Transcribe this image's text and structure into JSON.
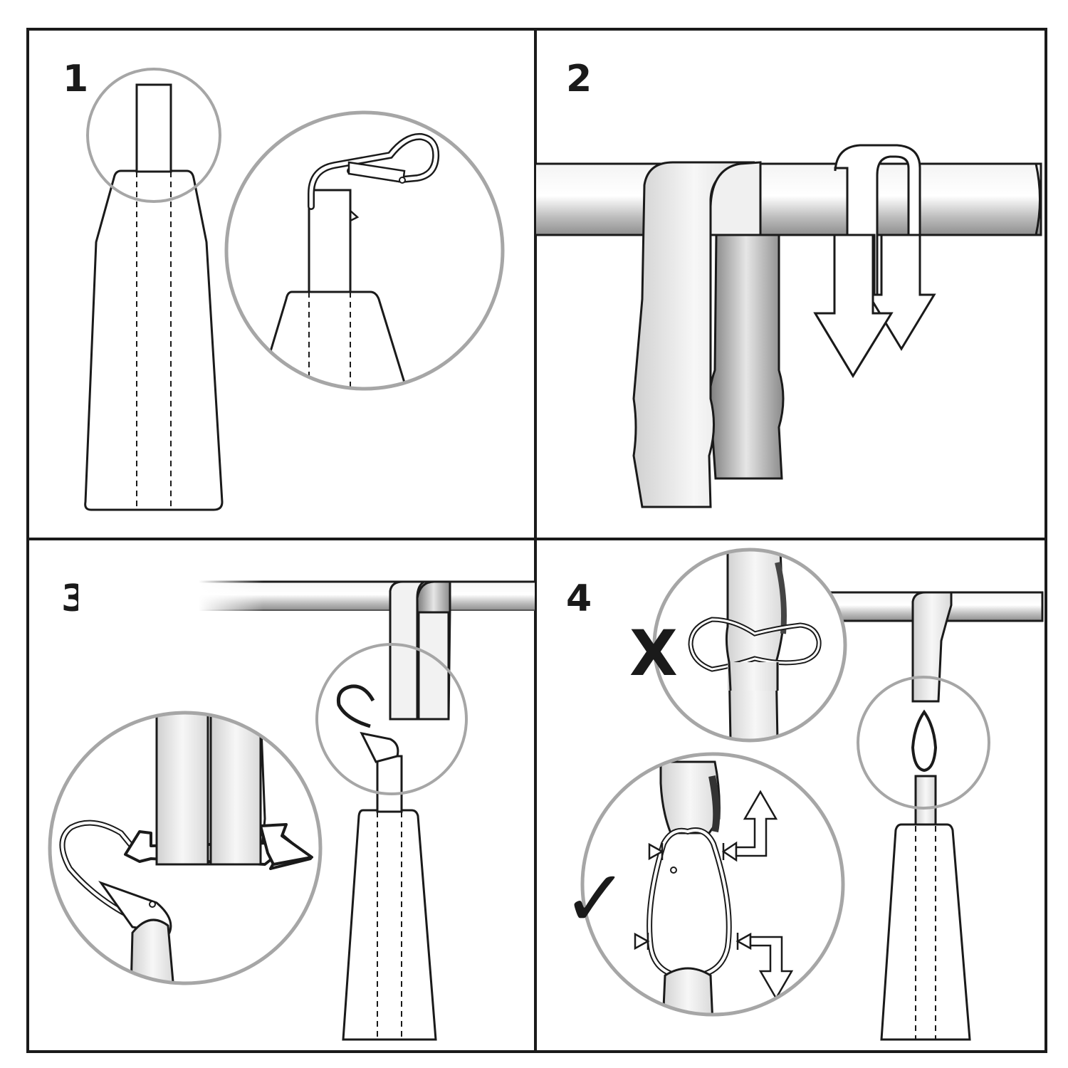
{
  "panels": [
    {
      "step": "1",
      "name": "attach-hook-to-bag-strap"
    },
    {
      "step": "2",
      "name": "loop-strap-over-bar"
    },
    {
      "step": "3",
      "name": "hook-both-strap-loops"
    },
    {
      "step": "4",
      "name": "check-carabiner-position"
    }
  ],
  "marks": {
    "wrong": "X",
    "correct": "✓"
  },
  "colors": {
    "line": "#1a1a1a",
    "magnifier": "#a6a6a6",
    "strap_light": "#f2f2f2",
    "strap_dark": "#8c8c8c",
    "bar": "#d9d9d9"
  }
}
